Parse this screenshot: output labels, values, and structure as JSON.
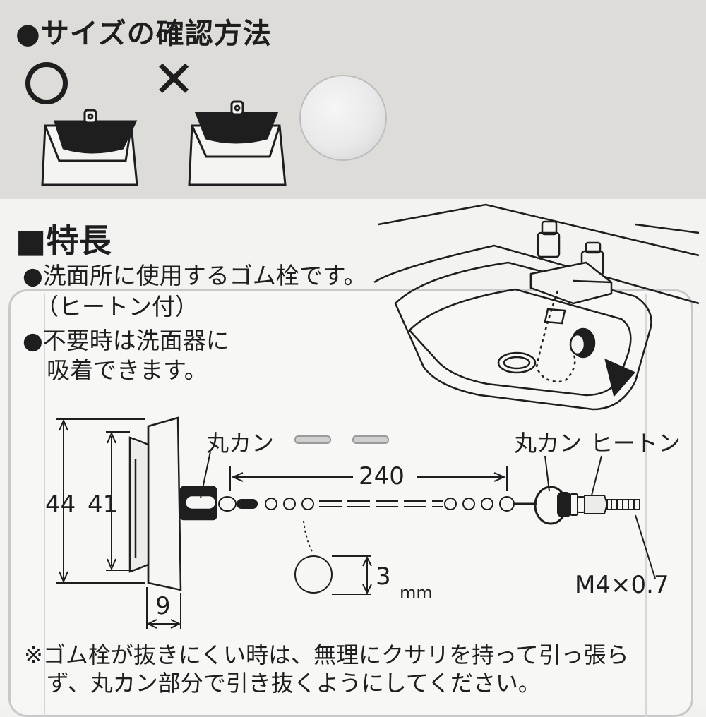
{
  "size_check": {
    "heading": "●サイズの確認方法",
    "ok_mark": "○",
    "ng_mark": "✕"
  },
  "features": {
    "heading": "■特長",
    "bullet1_line1": "●洗面所に使用するゴム栓です。",
    "bullet1_line2": "（ヒートン付）",
    "bullet2_line1": "●不要時は洗面器に",
    "bullet2_line2": "吸着できます。"
  },
  "diagram": {
    "label_ring_left": "丸カン",
    "label_ring_right": "丸カン",
    "label_hook": "ヒートン",
    "dim_chain": "240",
    "dim_outer": "44",
    "dim_inner": "41",
    "dim_thickness": "9",
    "dim_ball": "3",
    "unit_ball": "mm",
    "thread_spec": "M4×0.7"
  },
  "note": {
    "line1": "※ゴム栓が抜きにくい時は、無理にクサリを持って引っ張ら",
    "line2": "ず、丸カン部分で引き抜くようにしてください。"
  },
  "colors": {
    "ink": "#1e1e1e",
    "top_band": "#dedcd9",
    "card": "#f3f3f1"
  }
}
